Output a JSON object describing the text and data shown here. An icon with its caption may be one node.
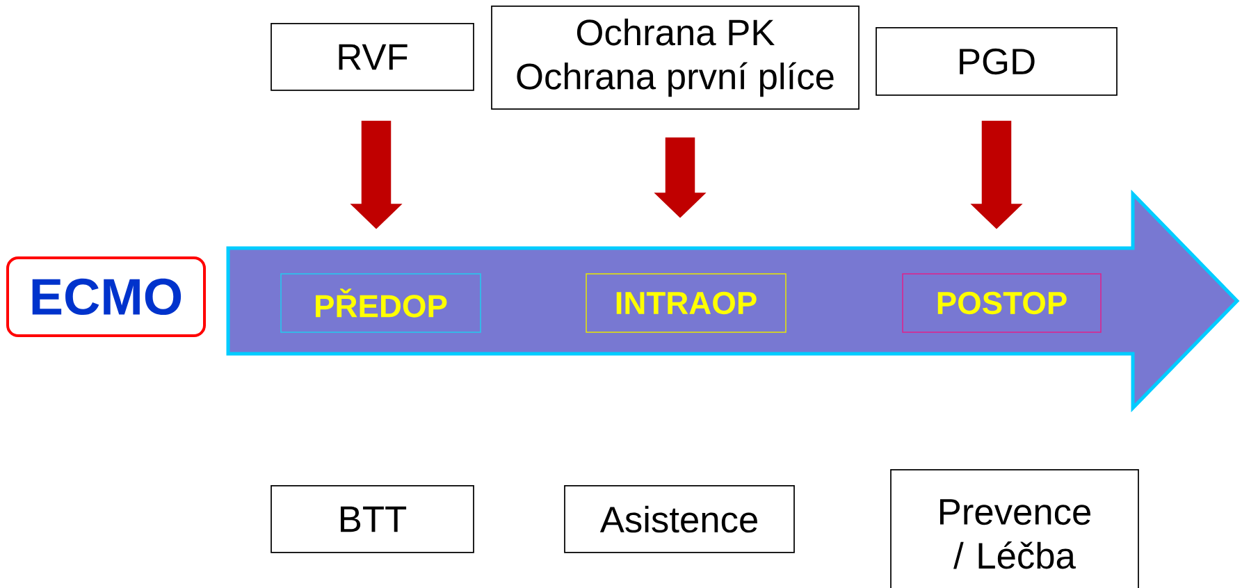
{
  "diagram": {
    "nodes": [
      {
        "text": [
          "ECMO"
        ]
      },
      {
        "text": [],
        "shape": "arrow"
      },
      {
        "text": [
          "PŘEDOP"
        ],
        "in": 1
      },
      {
        "text": [
          "INTRAOP"
        ],
        "in": 1
      },
      {
        "text": [
          "POSTOP"
        ],
        "in": 1
      },
      {
        "text": [
          "RVF"
        ]
      },
      {
        "text": [
          "Ochrana PK",
          "Ochrana první plíce"
        ]
      },
      {
        "text": [
          "PGD"
        ]
      },
      {
        "text": [
          "BTT"
        ]
      },
      {
        "text": [
          "Asistence"
        ]
      },
      {
        "text": [
          "Prevence / Léčba"
        ]
      }
    ],
    "edges": [
      {
        "from": 5,
        "to": 1,
        "arrow": "to"
      },
      {
        "from": 6,
        "to": 1,
        "arrow": "to"
      },
      {
        "from": 7,
        "to": 1,
        "arrow": "to"
      }
    ]
  }
}
